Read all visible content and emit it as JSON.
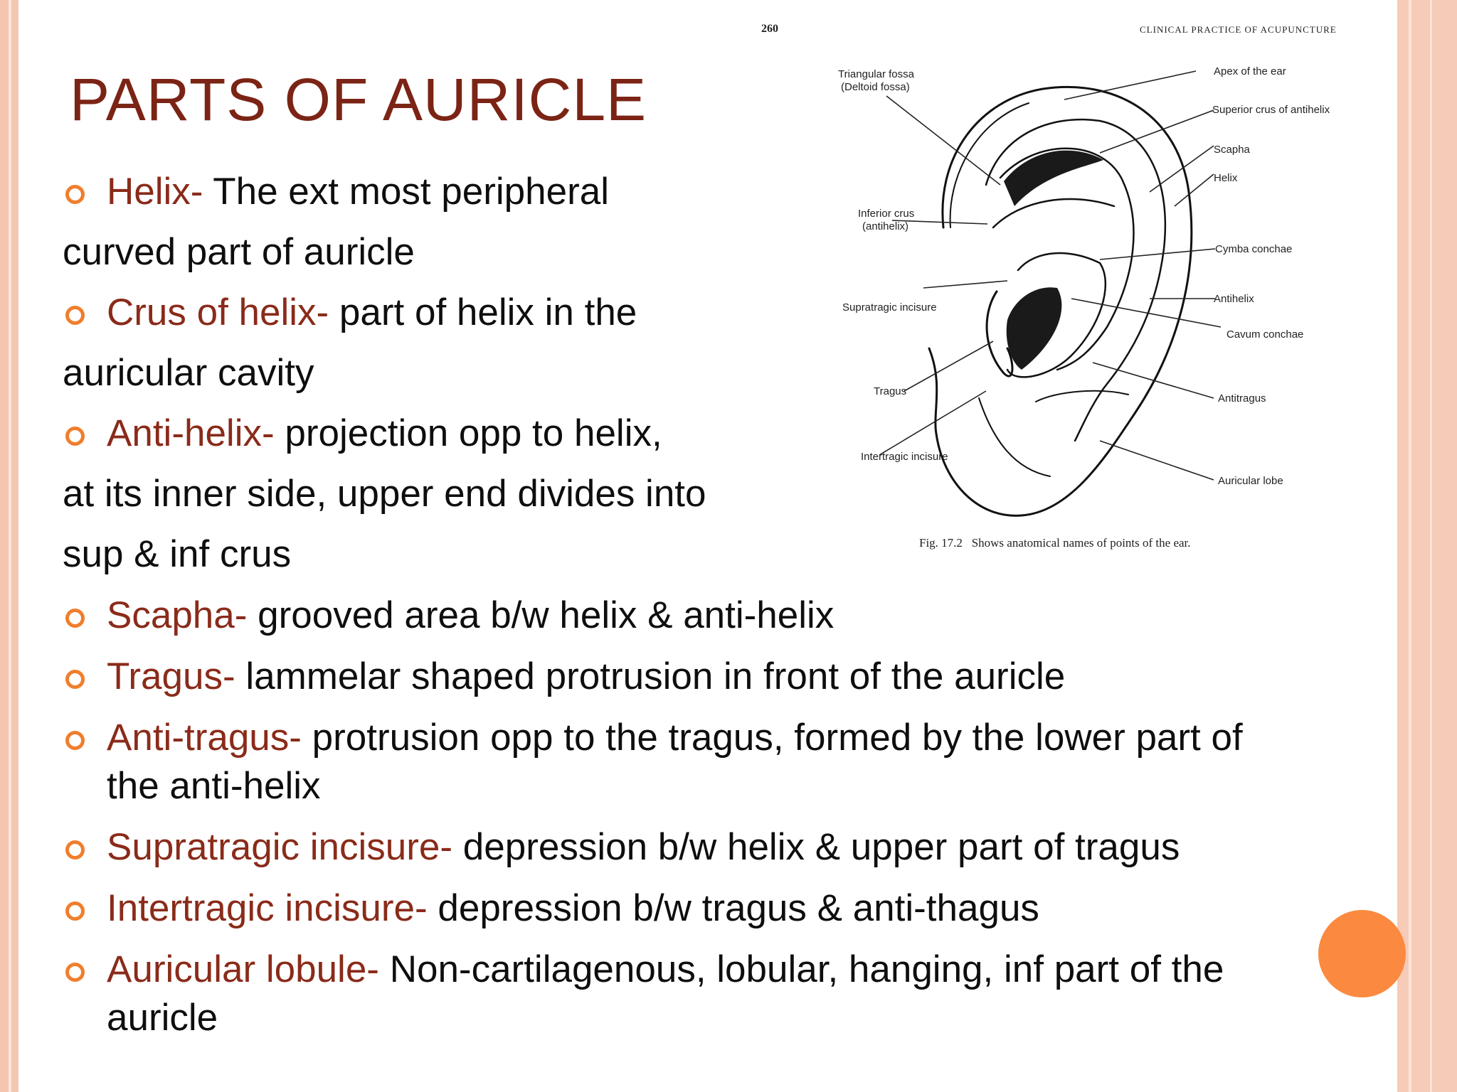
{
  "slide": {
    "title": "PARTS OF AURICLE",
    "accent_color": "#f07e2c",
    "term_color": "#8a2b1a",
    "bullets": [
      {
        "term": "Helix-",
        "text": " The ext most peripheral",
        "continuation": "curved part of auricle"
      },
      {
        "term": "Crus of helix-",
        "text": " part of helix in the",
        "continuation": "auricular cavity"
      },
      {
        "term": "Anti-helix-",
        "text": " projection opp to helix,",
        "continuation": "at its inner side, upper end divides into",
        "continuation2": "sup & inf crus"
      },
      {
        "term": "Scapha-",
        "text": " grooved area b/w helix & anti-helix"
      },
      {
        "term": "Tragus-",
        "text": " lammelar shaped protrusion in front of the auricle"
      },
      {
        "term": "Anti-tragus-",
        "text": " protrusion opp to the tragus, formed by the lower part of",
        "continuation": "the anti-helix"
      },
      {
        "term": "Supratragic incisure-",
        "text": " depression b/w helix & upper part of tragus"
      },
      {
        "term": "Intertragic incisure-",
        "text": " depression b/w tragus & anti-thagus"
      },
      {
        "term": "Auricular lobule-",
        "text": " Non-cartilagenous, lobular, hanging, inf part of the",
        "continuation": "auricle"
      }
    ]
  },
  "figure": {
    "page_number": "260",
    "running_head": "CLINICAL PRACTICE OF ACUPUNCTURE",
    "labels": {
      "triangular_fossa": "Triangular fossa",
      "deltoid_fossa": "(Deltoid fossa)",
      "inferior_crus": "Inferior crus",
      "antihelix_paren": "(antihelix)",
      "supratragic": "Supratragic incisure",
      "tragus": "Tragus",
      "intertragic": "Intertragic incisure",
      "apex": "Apex of the ear",
      "superior_crus": "Superior crus of antihelix",
      "scapha": "Scapha",
      "helix": "Helix",
      "cymba": "Cymba conchae",
      "antihelix": "Antihelix",
      "cavum": "Cavum conchae",
      "antitragus": "Antitragus",
      "lobe": "Auricular lobe"
    },
    "caption_fig": "Fig. 17.2",
    "caption_text": "Shows anatomical names of points of the ear."
  }
}
